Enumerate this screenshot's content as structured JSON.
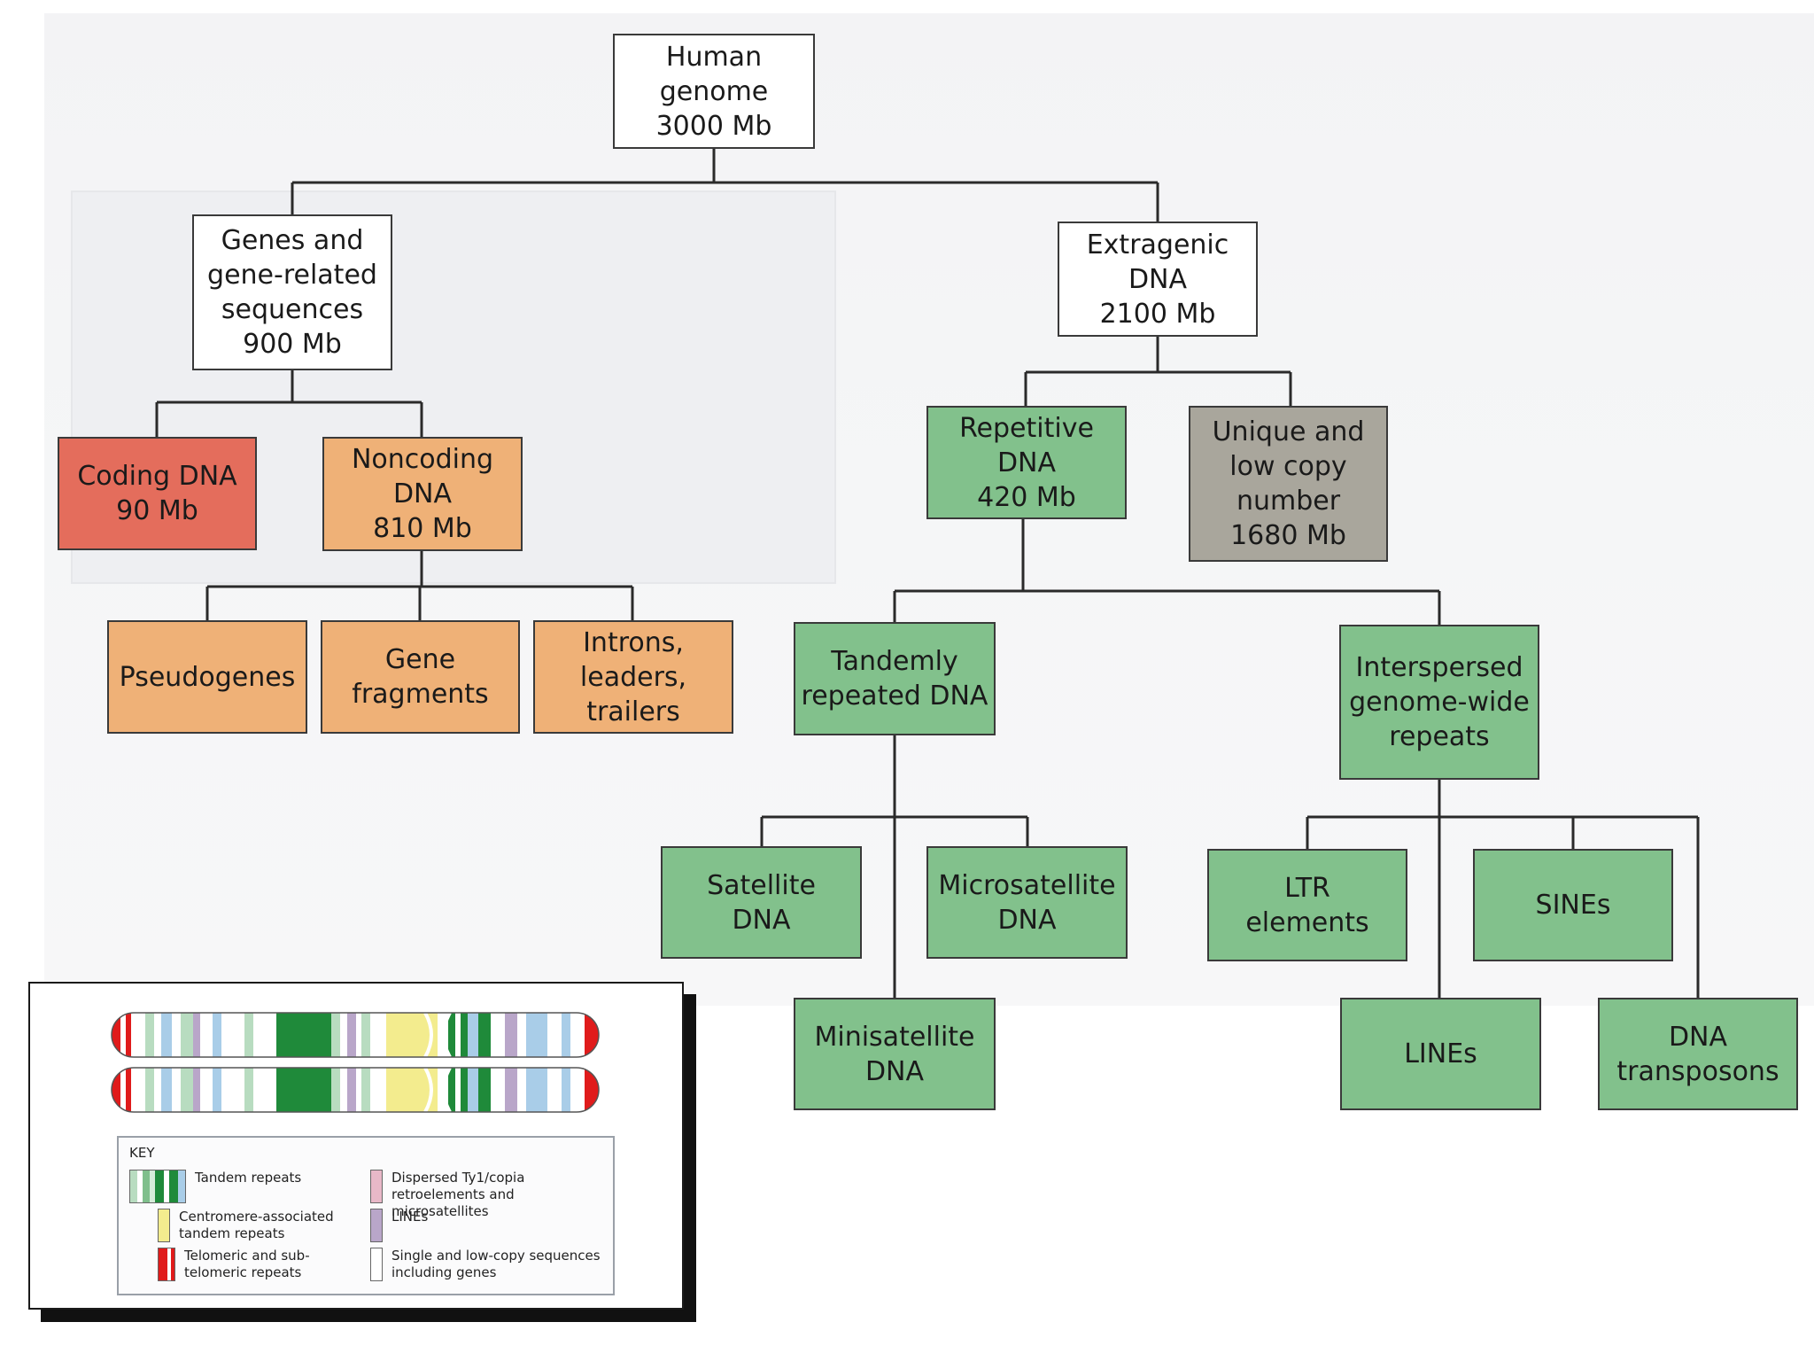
{
  "tree": {
    "root": "Human\ngenome\n3000 Mb",
    "genes": "Genes and\ngene-related\nsequences\n900 Mb",
    "extragenic": "Extragenic\nDNA\n2100 Mb",
    "coding": "Coding DNA\n90 Mb",
    "noncoding": "Noncoding\nDNA\n810 Mb",
    "repetitive": "Repetitive\nDNA\n420 Mb",
    "unique": "Unique and\nlow copy\nnumber\n1680 Mb",
    "pseudogenes": "Pseudogenes",
    "gene_fragments": "Gene\nfragments",
    "introns": "Introns,\nleaders, trailers",
    "tandem": "Tandemly\nrepeated DNA",
    "interspersed": "Interspersed\ngenome-wide\nrepeats",
    "satellite": "Satellite\nDNA",
    "microsatellite": "Microsatellite\nDNA",
    "minisatellite": "Minisatellite\nDNA",
    "ltr": "LTR\nelements",
    "sines": "SINEs",
    "lines": "LINEs",
    "dna_transposons": "DNA\ntransposons"
  },
  "legend": {
    "title": "KEY",
    "items": [
      {
        "label": "Tandem repeats"
      },
      {
        "label": "Centromere-associated\ntandem repeats"
      },
      {
        "label": "Telomeric and sub-\ntelomeric repeats"
      },
      {
        "label": "Dispersed Ty1/copia\nretroelements and microsatellites"
      },
      {
        "label": "LINEs"
      },
      {
        "label": "Single and low-copy sequences\nincluding genes"
      }
    ]
  },
  "colors": {
    "root": "#ffffff",
    "coding": "#e46d5c",
    "noncoding": "#efb177",
    "repetitive": "#82c18c",
    "unique": "#a9a69c",
    "tandem_dark": "#1f8a3a",
    "tandem_light": "#b8dcc0",
    "centromere": "#f3ec8e",
    "telomere": "#e01b1b",
    "ty1_copia": "#e8b8c8",
    "lines": "#b9a6c9",
    "single_copy": "#ffffff",
    "light_blue": "#a9cde8"
  }
}
